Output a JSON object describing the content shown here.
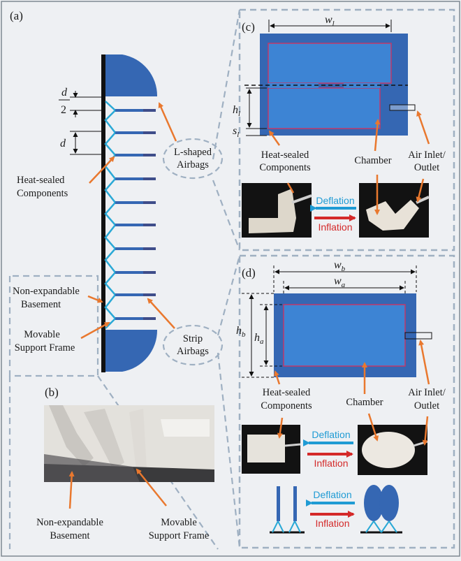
{
  "panels": {
    "a": "(a)",
    "b": "(b)",
    "c": "(c)",
    "d": "(d)"
  },
  "panel_a": {
    "dim_d_top": "d",
    "dim_two": "2",
    "dim_d_mid": "d",
    "heat_sealed_line1": "Heat-sealed",
    "heat_sealed_line2": "Components",
    "l_shaped_line1": "L-shaped",
    "l_shaped_line2": "Airbags",
    "nonexp_line1": "Non-expandable",
    "nonexp_line2": "Basement",
    "movable_line1": "Movable",
    "movable_line2": "Support Frame",
    "strip_line1": "Strip",
    "strip_line2": "Airbags"
  },
  "panel_b": {
    "nonexp_line1": "Non-expandable",
    "nonexp_line2": "Basement",
    "movable_line1": "Movable",
    "movable_line2": "Support Frame"
  },
  "panel_c": {
    "w_l": "w",
    "w_l_sub": "l",
    "h_l": "h",
    "h_l_sub": "l",
    "s_l": "s",
    "s_l_sub": "l",
    "heat_line1": "Heat-sealed",
    "heat_line2": "Components",
    "chamber": "Chamber",
    "air_line1": "Air Inlet/",
    "air_line2": "Outlet",
    "deflation": "Deflation",
    "inflation": "Inflation"
  },
  "panel_d": {
    "w_b": "w",
    "w_b_sub": "b",
    "w_a": "w",
    "w_a_sub": "a",
    "h_b": "h",
    "h_b_sub": "b",
    "h_a": "h",
    "h_a_sub": "a",
    "heat_line1": "Heat-sealed",
    "heat_line2": "Components",
    "chamber": "Chamber",
    "air_line1": "Air Inlet/",
    "air_line2": "Outlet",
    "deflation": "Deflation",
    "inflation": "Inflation",
    "deflation2": "Deflation",
    "inflation2": "Inflation"
  },
  "colors": {
    "airbag_blue": "#3567b3",
    "seal_red": "#c0396b",
    "frame_cyan": "#2aa9d6",
    "arrow_orange": "#e9782e",
    "deflation_blue": "#1f9bd4",
    "inflation_red": "#d42a2a",
    "dashed_border": "#9fb0c2"
  }
}
